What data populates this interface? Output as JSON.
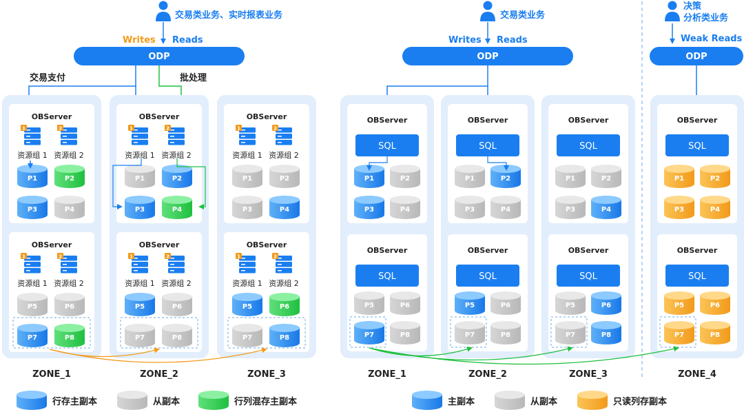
{
  "left": {
    "user_label": "交易类业务、实时报表业务",
    "writes_label": "Writes",
    "reads_label": "Reads",
    "odp_label": "ODP",
    "route_left_label": "交易支付",
    "route_right_label": "批处理",
    "observer_label": "OBServer",
    "rg1_label": "资源组 1",
    "rg2_label": "资源组 2",
    "badge1": "1",
    "badge2": "2",
    "zones": [
      {
        "label": "ZONE_1",
        "top": [
          {
            "name": "P1",
            "type": "blue"
          },
          {
            "name": "P2",
            "type": "green"
          },
          {
            "name": "P3",
            "type": "blue"
          },
          {
            "name": "P4",
            "type": "gray"
          }
        ],
        "bottom": [
          {
            "name": "P5",
            "type": "gray"
          },
          {
            "name": "P6",
            "type": "gray"
          },
          {
            "name": "P7",
            "type": "blue"
          },
          {
            "name": "P8",
            "type": "green"
          }
        ]
      },
      {
        "label": "ZONE_2",
        "top": [
          {
            "name": "P1",
            "type": "gray"
          },
          {
            "name": "P2",
            "type": "blue"
          },
          {
            "name": "P3",
            "type": "blue"
          },
          {
            "name": "P4",
            "type": "green"
          }
        ],
        "bottom": [
          {
            "name": "P5",
            "type": "blue"
          },
          {
            "name": "P6",
            "type": "gray"
          },
          {
            "name": "P7",
            "type": "gray"
          },
          {
            "name": "P8",
            "type": "gray"
          }
        ]
      },
      {
        "label": "ZONE_3",
        "top": [
          {
            "name": "P1",
            "type": "gray"
          },
          {
            "name": "P2",
            "type": "gray"
          },
          {
            "name": "P3",
            "type": "gray"
          },
          {
            "name": "P4",
            "type": "blue"
          }
        ],
        "bottom": [
          {
            "name": "P5",
            "type": "blue"
          },
          {
            "name": "P6",
            "type": "green"
          },
          {
            "name": "P7",
            "type": "gray"
          },
          {
            "name": "P8",
            "type": "blue"
          }
        ]
      }
    ],
    "legend": [
      {
        "label": "行存主副本",
        "type": "blue"
      },
      {
        "label": "从副本",
        "type": "gray"
      },
      {
        "label": "行列混存主副本",
        "type": "green"
      }
    ]
  },
  "right": {
    "user_label": "交易类业务",
    "writes_label": "Writes",
    "reads_label": "Reads",
    "odp_label": "ODP",
    "user2_label_line1": "决策",
    "user2_label_line2": "分析类业务",
    "weak_reads_label": "Weak Reads",
    "odp2_label": "ODP",
    "observer_label": "OBServer",
    "sql_label": "SQL",
    "zones": [
      {
        "label": "ZONE_1",
        "top": [
          {
            "name": "P1",
            "type": "blue"
          },
          {
            "name": "P2",
            "type": "gray"
          },
          {
            "name": "P3",
            "type": "blue"
          },
          {
            "name": "P4",
            "type": "gray"
          }
        ],
        "bottom": [
          {
            "name": "P5",
            "type": "gray"
          },
          {
            "name": "P6",
            "type": "gray"
          },
          {
            "name": "P7",
            "type": "blue"
          },
          {
            "name": "P8",
            "type": "gray"
          }
        ]
      },
      {
        "label": "ZONE_2",
        "top": [
          {
            "name": "P1",
            "type": "gray"
          },
          {
            "name": "P2",
            "type": "blue"
          },
          {
            "name": "P3",
            "type": "gray"
          },
          {
            "name": "P4",
            "type": "gray"
          }
        ],
        "bottom": [
          {
            "name": "P5",
            "type": "blue"
          },
          {
            "name": "P6",
            "type": "gray"
          },
          {
            "name": "P7",
            "type": "gray"
          },
          {
            "name": "P8",
            "type": "gray"
          }
        ]
      },
      {
        "label": "ZONE_3",
        "top": [
          {
            "name": "P1",
            "type": "gray"
          },
          {
            "name": "P2",
            "type": "gray"
          },
          {
            "name": "P3",
            "type": "gray"
          },
          {
            "name": "P4",
            "type": "blue"
          }
        ],
        "bottom": [
          {
            "name": "P5",
            "type": "gray"
          },
          {
            "name": "P6",
            "type": "blue"
          },
          {
            "name": "P7",
            "type": "gray"
          },
          {
            "name": "P8",
            "type": "blue"
          }
        ]
      },
      {
        "label": "ZONE_4",
        "top": [
          {
            "name": "P1",
            "type": "orange"
          },
          {
            "name": "P2",
            "type": "orange"
          },
          {
            "name": "P3",
            "type": "orange"
          },
          {
            "name": "P4",
            "type": "orange"
          }
        ],
        "bottom": [
          {
            "name": "P5",
            "type": "orange"
          },
          {
            "name": "P6",
            "type": "orange"
          },
          {
            "name": "P7",
            "type": "orange"
          },
          {
            "name": "P8",
            "type": "orange"
          }
        ]
      }
    ],
    "legend": [
      {
        "label": "主副本",
        "type": "blue"
      },
      {
        "label": "从副本",
        "type": "gray"
      },
      {
        "label": "只读列存副本",
        "type": "orange"
      }
    ]
  },
  "colors": {
    "accent": "#1a7ef0",
    "writes": "#f29a1a",
    "zone_bg": "#e2eefc",
    "server_bg": "#ffffff",
    "gray_cyl": "#c9c9c9",
    "green_cyl": "#33cf55",
    "orange_cyl": "#f6ad28",
    "blue_cyl": "#2b8cf0",
    "green_arrow": "#1fbf3f",
    "orange_arrow": "#f39a1b"
  }
}
